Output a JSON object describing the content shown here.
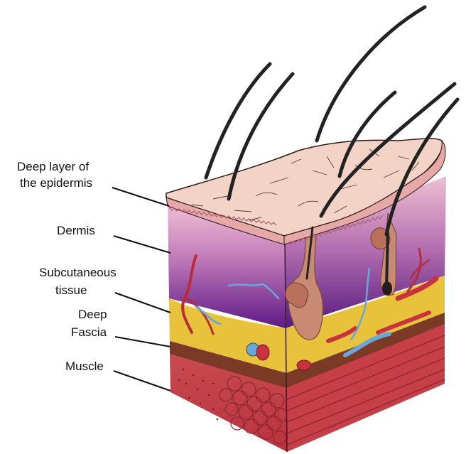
{
  "labels": {
    "epidermis_line1": "Deep layer of",
    "epidermis_line2": "the epidermis",
    "dermis": "Dermis",
    "subcutaneous_line1": "Subcutaneous",
    "subcutaneous_line2": "tissue",
    "fascia_line1": "Deep",
    "fascia_line2": "Fascia",
    "muscle": "Muscle"
  },
  "colors": {
    "epidermis": "#f2d3c5",
    "dermis_top": "#e9a9c4",
    "dermis_bottom": "#6b1f8f",
    "subcutaneous": "#e8c23a",
    "fascia": "#7a3a26",
    "muscle": "#c5404a",
    "hair": "#222222",
    "follicle": "#c98a73",
    "vein": "#6aa7d8",
    "artery": "#c8323c"
  }
}
